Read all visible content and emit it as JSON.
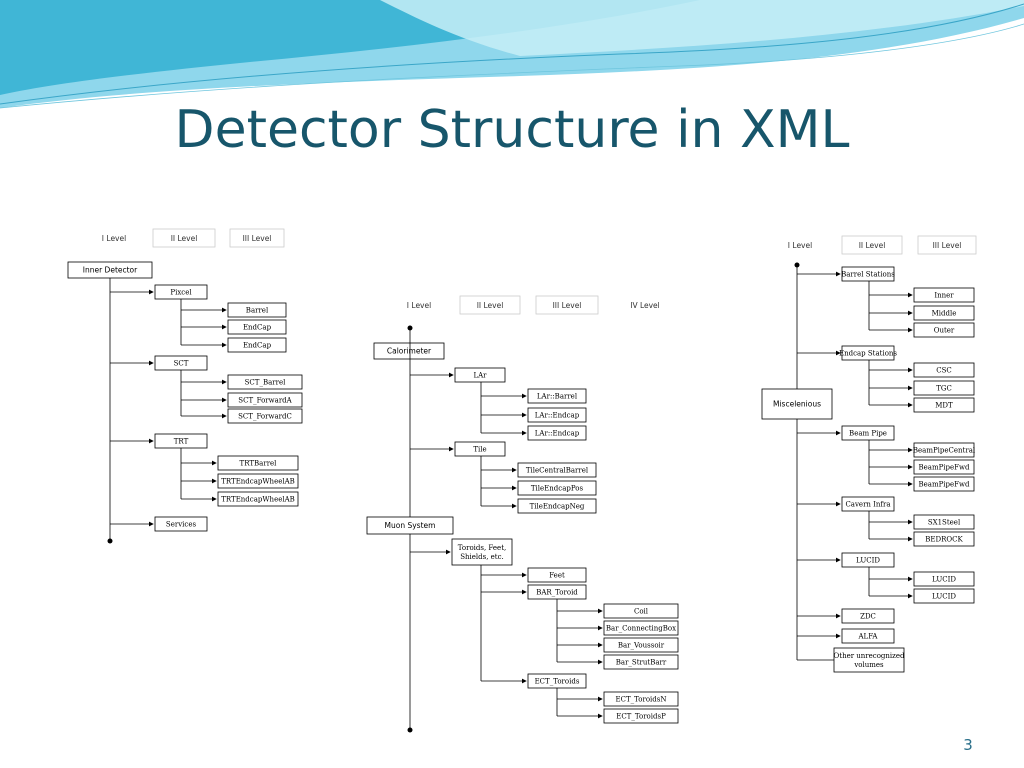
{
  "slide": {
    "title": "Detector Structure in XML",
    "page_number": "3"
  },
  "level_headers": {
    "left": [
      "I Level",
      "II Level",
      "III Level"
    ],
    "middle": [
      "I Level",
      "II Level",
      "III Level",
      "IV Level"
    ],
    "right": [
      "I Level",
      "II Level",
      "III Level"
    ]
  },
  "tree_left": {
    "root": "Inner Detector",
    "children": [
      {
        "label": "Pixcel",
        "children": [
          "Barrel",
          "EndCap",
          "EndCap"
        ]
      },
      {
        "label": "SCT",
        "children": [
          "SCT_Barrel",
          "SCT_ForwardA",
          "SCT_ForwardC"
        ]
      },
      {
        "label": "TRT",
        "children": [
          "TRTBarrel",
          "TRTEndcapWheelAB",
          "TRTEndcapWheelAB"
        ]
      },
      {
        "label": "Services",
        "children": []
      }
    ]
  },
  "tree_middle": {
    "calorimeter": {
      "label": "Calorimeter",
      "children": [
        {
          "label": "LAr",
          "children": [
            "LAr::Barrel",
            "LAr::Endcap",
            "LAr::Endcap"
          ]
        },
        {
          "label": "Tile",
          "children": [
            "TileCentralBarrel",
            "TileEndcapPos",
            "TileEndcapNeg"
          ]
        }
      ]
    },
    "muon": {
      "label": "Muon System",
      "child": "Toroids, Feet, Shields, etc.",
      "grandchildren": [
        {
          "label": "Feet",
          "children": []
        },
        {
          "label": "BAR_Toroid",
          "children": [
            "Coil",
            "Bar_ConnectingBox",
            "Bar_Voussoir",
            "Bar_StrutBarr"
          ]
        },
        {
          "label": "ECT_Toroids",
          "children": [
            "ECT_ToroidsN",
            "ECT_ToroidsP"
          ]
        }
      ]
    }
  },
  "tree_right": {
    "root": "Miscelenious",
    "children": [
      {
        "label": "Barrel Stations",
        "children": [
          "Inner",
          "Middle",
          "Outer"
        ]
      },
      {
        "label": "Endcap Stations",
        "children": [
          "CSC",
          "TGC",
          "MDT"
        ]
      },
      {
        "label": "Beam Pipe",
        "children": [
          "BeamPipeCentral",
          "BeamPipeFwd",
          "BeamPipeFwd"
        ]
      },
      {
        "label": "Cavern Infra",
        "children": [
          "SX1Steel",
          "BEDROCK"
        ]
      },
      {
        "label": "LUCID",
        "children": [
          "LUCID",
          "LUCID"
        ]
      },
      {
        "label": "ZDC",
        "children": []
      },
      {
        "label": "ALFA",
        "children": []
      },
      {
        "label": "Other unrecognized volumes",
        "children": []
      }
    ]
  },
  "colors": {
    "title": "#17566b",
    "wave_dark": "#3fb8d8",
    "wave_light": "#a9e2f0",
    "page_number": "#2a6f8a"
  }
}
